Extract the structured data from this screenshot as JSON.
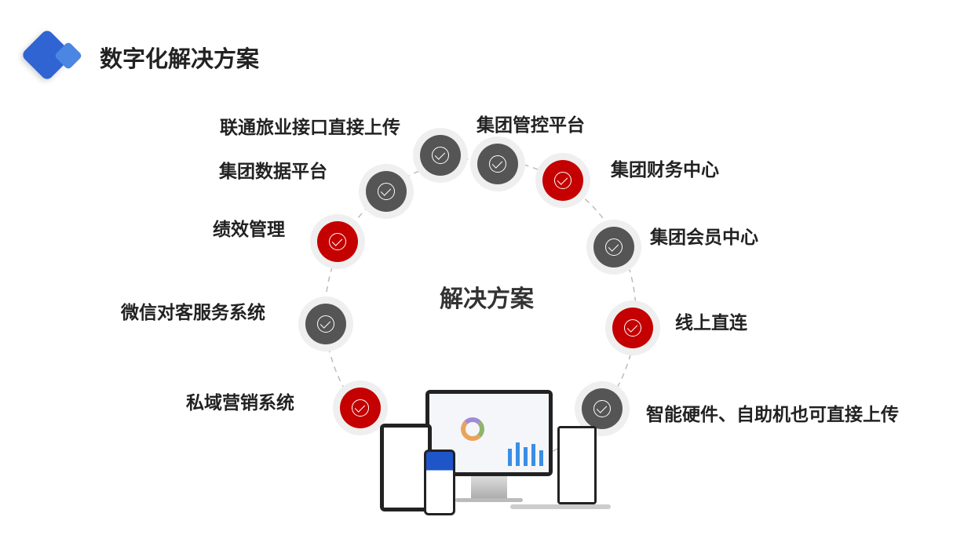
{
  "header": {
    "title": "数字化解决方案"
  },
  "diagram": {
    "center": "解决方案",
    "nodes": [
      {
        "label": "联通旅业接口直接上传",
        "color": "dark"
      },
      {
        "label": "集团管控平台",
        "color": "dark"
      },
      {
        "label": "集团财务中心",
        "color": "red"
      },
      {
        "label": "集团会员中心",
        "color": "dark"
      },
      {
        "label": "线上直连",
        "color": "red"
      },
      {
        "label": "智能硬件、自助机也可直接上传",
        "color": "dark"
      },
      {
        "label": "集团数据平台",
        "color": "dark"
      },
      {
        "label": "绩效管理",
        "color": "red"
      },
      {
        "label": "微信对客服务系统",
        "color": "dark"
      },
      {
        "label": "私域营销系统",
        "color": "red"
      }
    ]
  },
  "colors": {
    "dark": "#555555",
    "red": "#c40000",
    "brand": "#2f64d2"
  }
}
